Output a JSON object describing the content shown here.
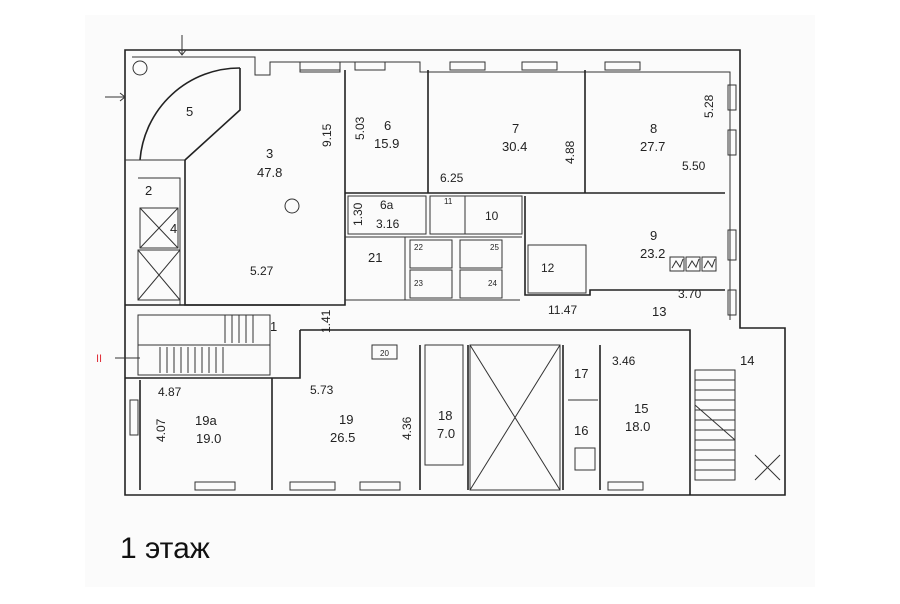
{
  "floor_title": "1 этаж",
  "entrance_marker": "II",
  "rooms": {
    "r1": "1",
    "r2": "2",
    "r3": "3",
    "r3_area": "47.8",
    "r4": "4",
    "r5": "5",
    "r6": "6",
    "r6_area": "15.9",
    "r6a": "6а",
    "r6a_area": "3.16",
    "r7": "7",
    "r7_area": "30.4",
    "r8": "8",
    "r8_area": "27.7",
    "r9": "9",
    "r9_area": "23.2",
    "r10": "10",
    "r11": "11",
    "r12": "12",
    "r13": "13",
    "r14": "14",
    "r15": "15",
    "r15_area": "18.0",
    "r16": "16",
    "r17": "17",
    "r18": "18",
    "r18_area": "7.0",
    "r19": "19",
    "r19_area": "26.5",
    "r19a": "19а",
    "r19a_area": "19.0",
    "r20": "20",
    "r21": "21",
    "r22": "22",
    "r23": "23",
    "r24": "24",
    "r25": "25"
  },
  "dimensions": {
    "d915": "9.15",
    "d527": "5.27",
    "d503": "5.03",
    "d130": "1.30",
    "d625": "6.25",
    "d488": "4.88",
    "d528": "5.28",
    "d550": "5.50",
    "d1147": "11.47",
    "d370": "3.70",
    "d141": "1.41",
    "d487": "4.87",
    "d407": "4.07",
    "d573": "5.73",
    "d436": "4.36",
    "d346": "3.46"
  }
}
